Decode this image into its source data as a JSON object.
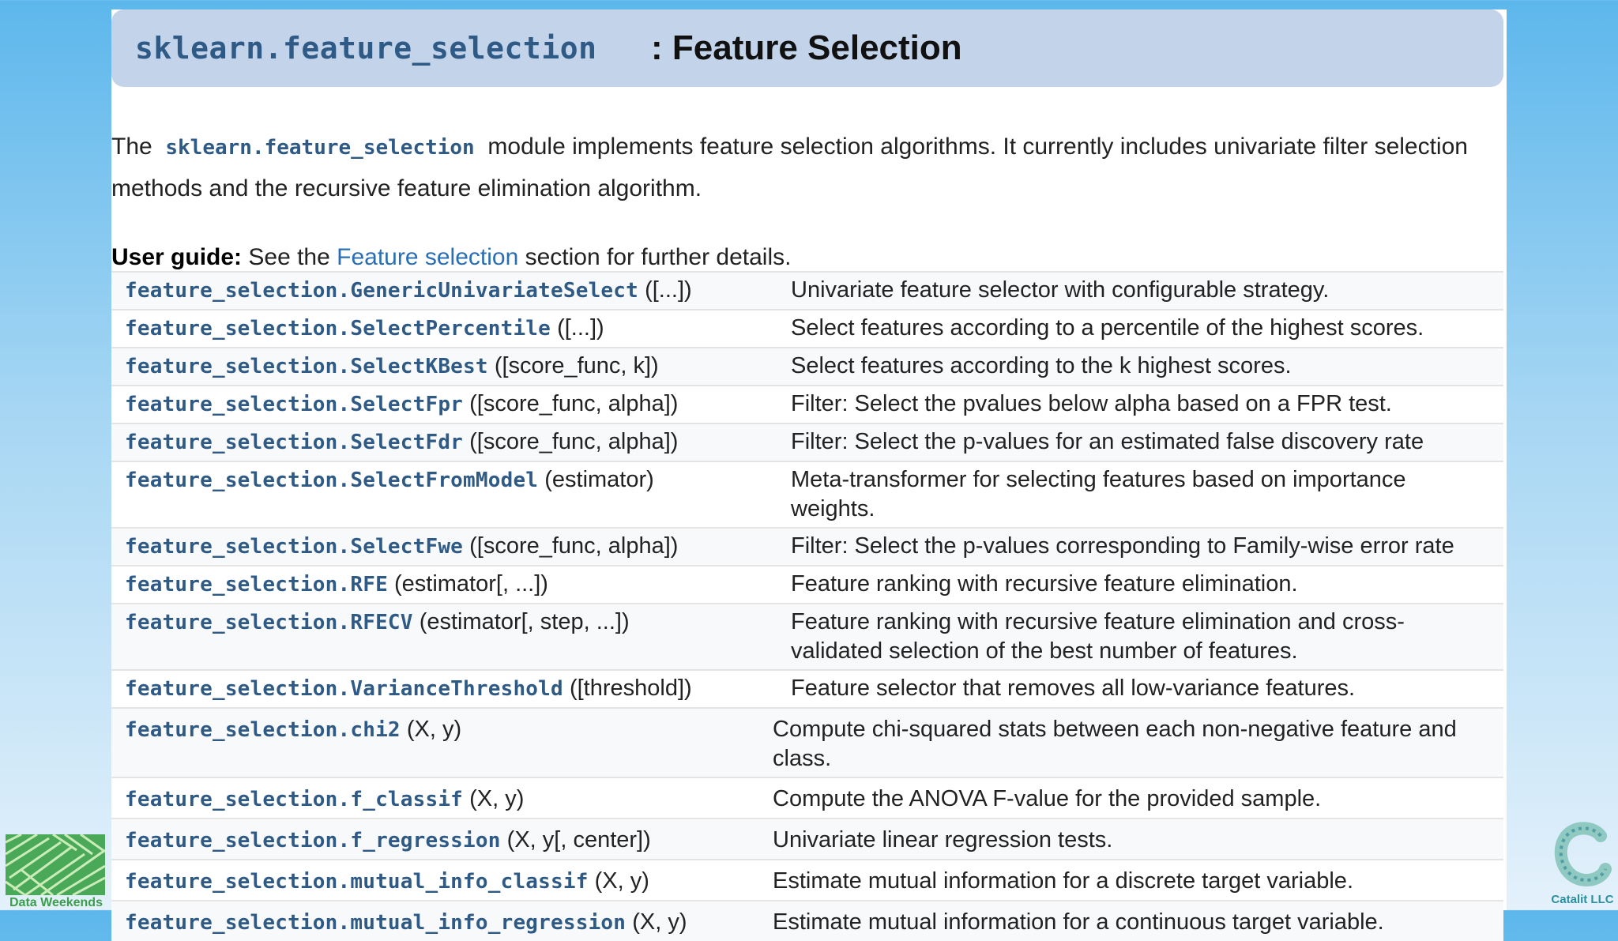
{
  "header": {
    "module": "sklearn.feature_selection",
    "title": ": Feature Selection"
  },
  "intro": {
    "prefix": "The",
    "module": "sklearn.feature_selection",
    "text": "module implements feature selection algorithms. It currently includes univariate filter selection methods and the recursive feature elimination algorithm."
  },
  "guide": {
    "label": "User guide:",
    "before": "See the",
    "link": "Feature selection",
    "after": "section for further details."
  },
  "rows": [
    {
      "fn": "feature_selection.GenericUnivariateSelect",
      "args": "([...])",
      "desc": "Univariate feature selector with configurable strategy."
    },
    {
      "fn": "feature_selection.SelectPercentile",
      "args": "([...])",
      "desc": "Select features according to a percentile of the highest scores."
    },
    {
      "fn": "feature_selection.SelectKBest",
      "args": "([score_func, k])",
      "desc": "Select features according to the k highest scores."
    },
    {
      "fn": "feature_selection.SelectFpr",
      "args": "([score_func, alpha])",
      "desc": "Filter: Select the pvalues below alpha based on a FPR test."
    },
    {
      "fn": "feature_selection.SelectFdr",
      "args": "([score_func, alpha])",
      "desc": "Filter: Select the p-values for an estimated false discovery rate"
    },
    {
      "fn": "feature_selection.SelectFromModel",
      "args": "(estimator)",
      "desc": "Meta-transformer for selecting features based on importance weights."
    },
    {
      "fn": "feature_selection.SelectFwe",
      "args": "([score_func, alpha])",
      "desc": "Filter: Select the p-values corresponding to Family-wise error rate"
    },
    {
      "fn": "feature_selection.RFE",
      "args": "(estimator[, ...])",
      "desc": "Feature ranking with recursive feature elimination."
    },
    {
      "fn": "feature_selection.RFECV",
      "args": "(estimator[, step, ...])",
      "desc": "Feature ranking with recursive feature elimination and cross-validated selection of the best number of features."
    },
    {
      "fn": "feature_selection.VarianceThreshold",
      "args": "([threshold])",
      "desc": "Feature selector that removes all low-variance features."
    }
  ],
  "rows2": [
    {
      "fn": "feature_selection.chi2",
      "args": "(X, y)",
      "desc": "Compute chi-squared stats between each non-negative feature and class."
    },
    {
      "fn": "feature_selection.f_classif",
      "args": "(X, y)",
      "desc": "Compute the ANOVA F-value for the provided sample."
    },
    {
      "fn": "feature_selection.f_regression",
      "args": "(X, y[, center])",
      "desc": "Univariate linear regression tests."
    },
    {
      "fn": "feature_selection.mutual_info_classif",
      "args": "(X, y)",
      "desc": "Estimate mutual information for a discrete target variable."
    },
    {
      "fn": "feature_selection.mutual_info_regression",
      "args": "(X, y)",
      "desc": "Estimate mutual information for a continuous target variable."
    }
  ],
  "logos": {
    "left": "Data Weekends",
    "right": "Catalit LLC"
  },
  "colors": {
    "code": "#2e5a85",
    "link": "#2a6fb5",
    "header_bg": "#c2d3ea",
    "logo_green": "#3c9e4a"
  }
}
